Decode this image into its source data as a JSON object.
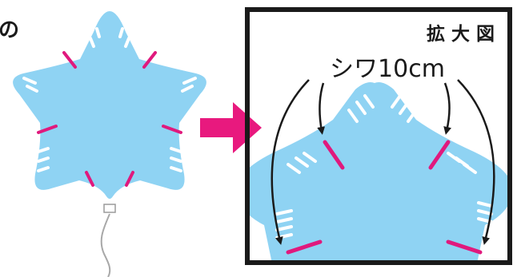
{
  "caption_fragment": "の",
  "zoom_box": {
    "title": "拡 大 図",
    "wrinkle_label": "シワ10cm"
  },
  "colors": {
    "balloon_fill": "#8fd3f3",
    "wrinkle_mark": "#e0197d",
    "arrow": "#e8197e",
    "highlight": "#ffffff",
    "frame": "#1a1a1a",
    "string": "#a8a8a8"
  },
  "icons": [
    "star-balloon",
    "right-arrow",
    "curved-arrow"
  ]
}
